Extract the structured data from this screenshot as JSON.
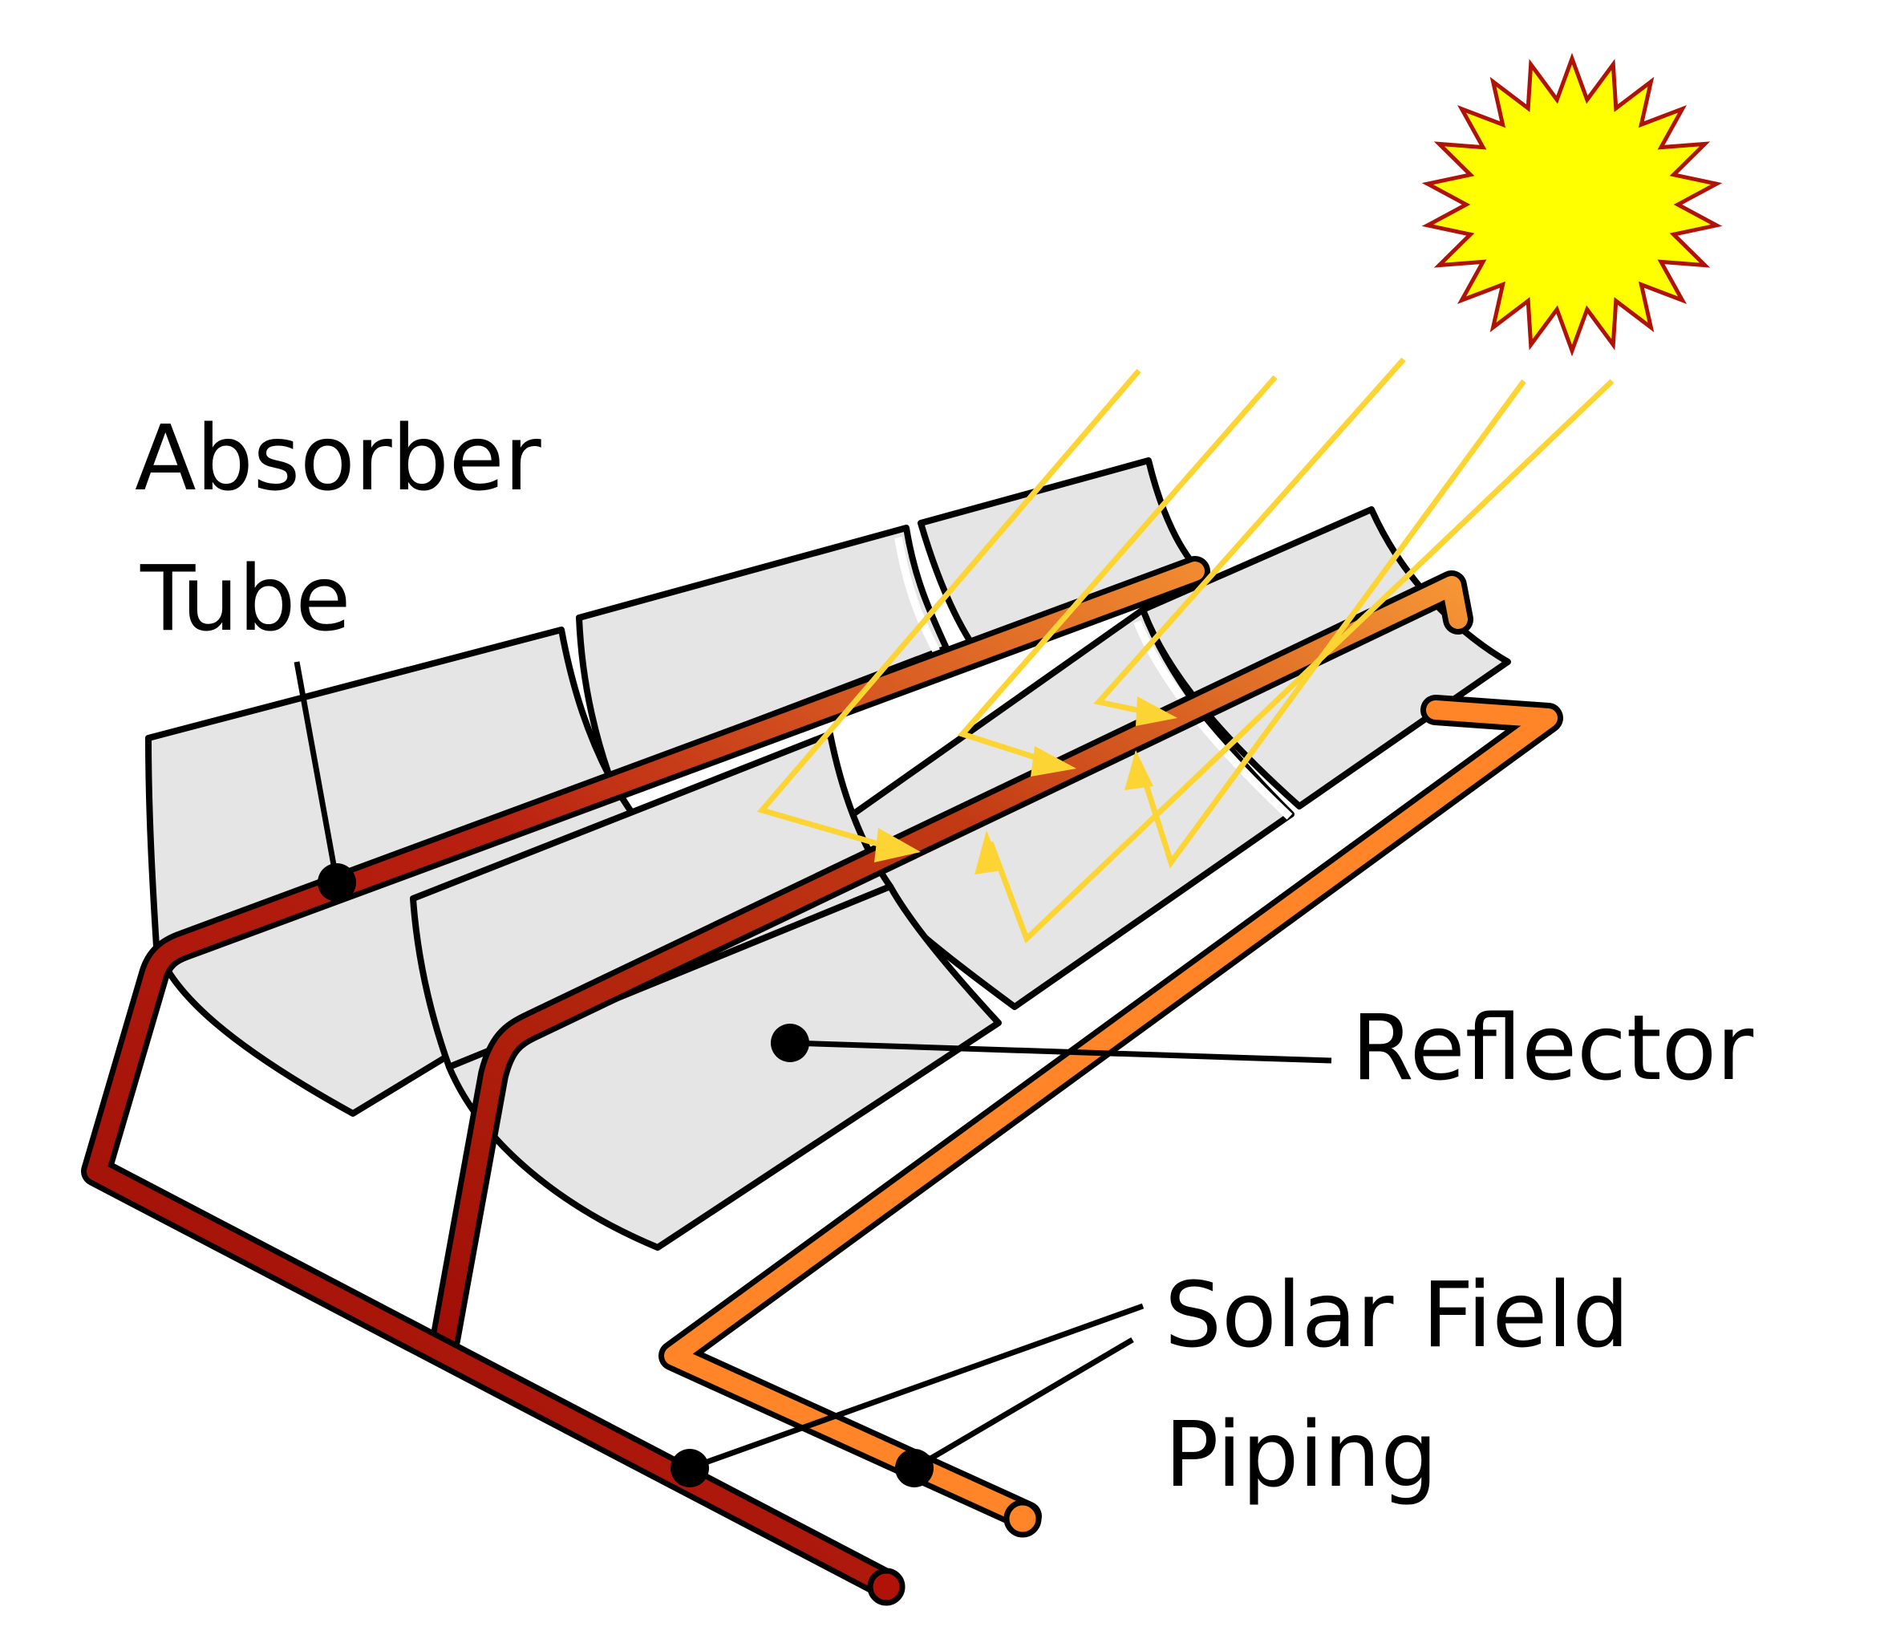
{
  "diagram": {
    "title": "Parabolic trough solar collector",
    "labels": {
      "absorber_line1": "Absorber",
      "absorber_line2": "Tube",
      "reflector": "Reflector",
      "piping_line1": "Solar Field",
      "piping_line2": "Piping"
    },
    "colors": {
      "reflector_fill": "#e5e5e5",
      "hot_pipe": "#b01208",
      "hot_pipe_light": "#d2451a",
      "cold_pipe": "#ff8528",
      "sun_fill": "#ffff00",
      "sun_stroke": "#b01208",
      "ray": "#fcd534",
      "outline": "#000000"
    },
    "icons": [
      "sun-icon"
    ]
  }
}
